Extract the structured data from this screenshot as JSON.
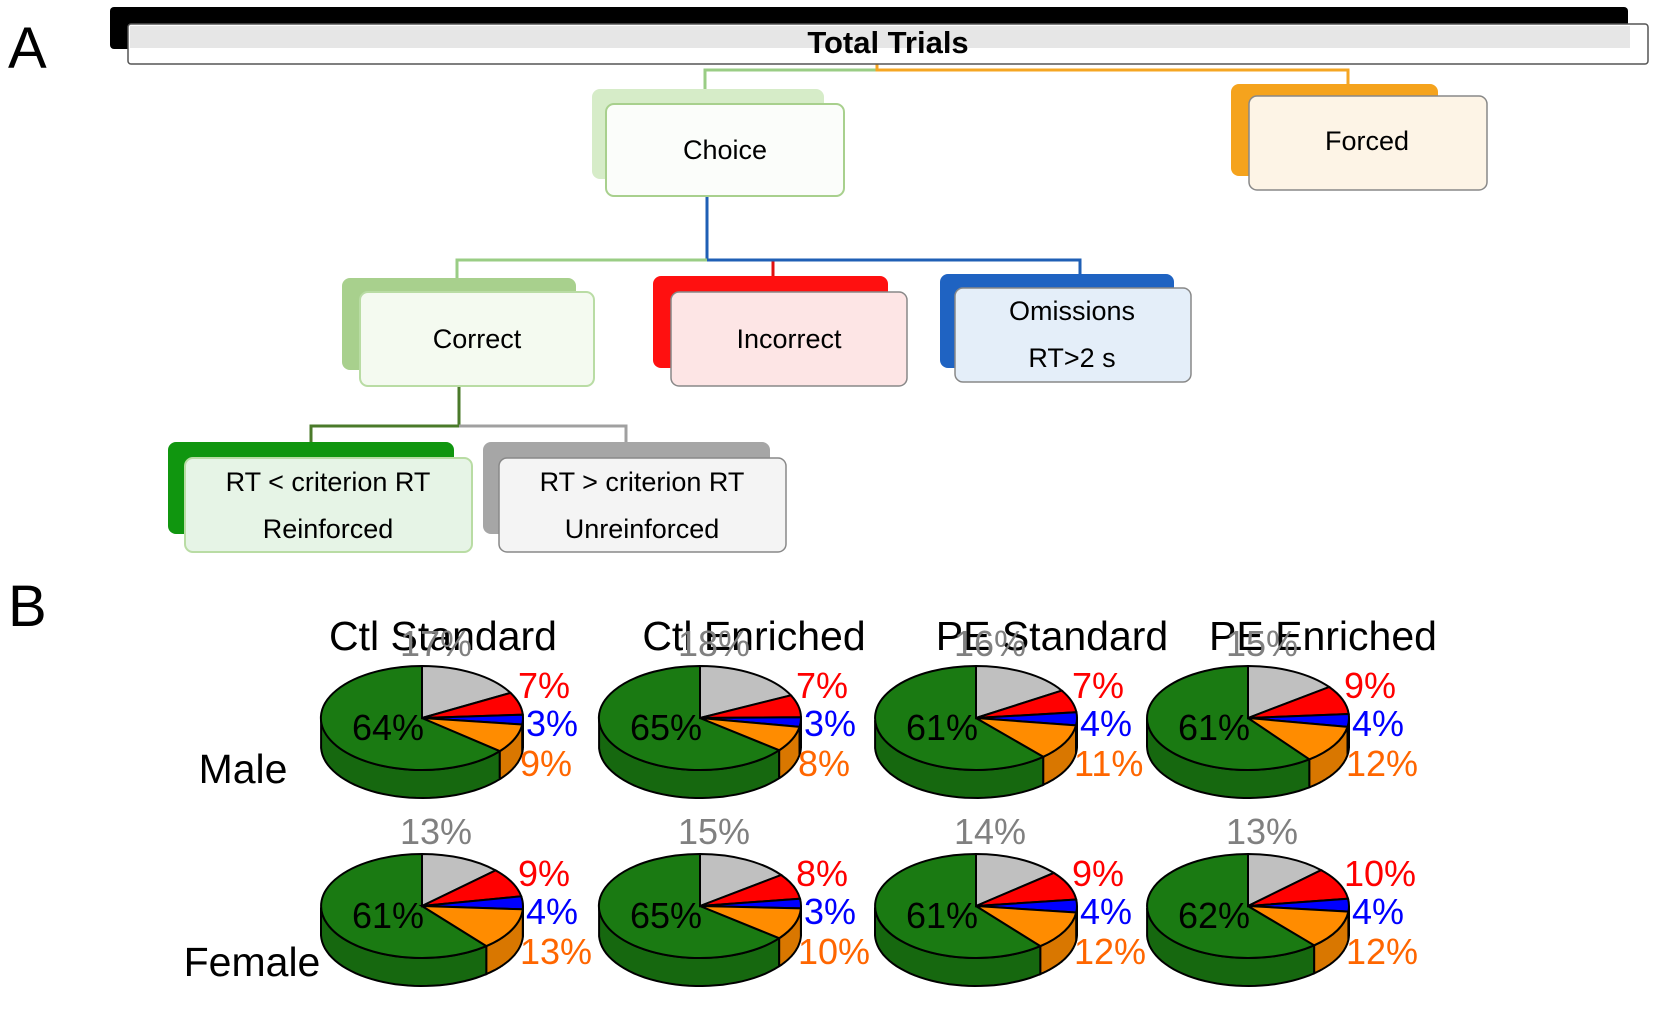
{
  "panel_a": {
    "letter": "A",
    "root": {
      "label": "Total Trials"
    },
    "choice": {
      "label": "Choice"
    },
    "forced": {
      "label": "Forced"
    },
    "correct": {
      "label": "Correct"
    },
    "incorrect": {
      "label": "Incorrect"
    },
    "omissions": {
      "line1": "Omissions",
      "line2": "RT>2 s"
    },
    "reinforced": {
      "line1": "RT < criterion RT",
      "line2": "Reinforced"
    },
    "unreinforced": {
      "line1": "RT > criterion RT",
      "line2": "Unreinforced"
    }
  },
  "panel_b": {
    "letter": "B",
    "colors": {
      "reinforced": "#1a7a12",
      "unreinforced": "#c0c0c0",
      "incorrect": "#ff0000",
      "omissions": "#0000ff",
      "forced": "#ff8c00"
    },
    "label_colors": {
      "reinforced": "#000000",
      "unreinforced": "#808080",
      "incorrect": "#ff0000",
      "omissions": "#0000ff",
      "forced": "#ff6600"
    },
    "columns": [
      "Ctl Standard",
      "Ctl Enriched",
      "PE Standard",
      "PE Enriched"
    ],
    "rows": [
      "Male",
      "Female"
    ]
  },
  "chart_data": {
    "type": "pie",
    "slice_order": [
      "reinforced",
      "unreinforced",
      "incorrect",
      "omissions",
      "forced"
    ],
    "charts": [
      {
        "row": "Male",
        "column": "Ctl Standard",
        "labels": {
          "reinforced": "64%",
          "unreinforced": "17%",
          "incorrect": "7%",
          "omissions": "3%",
          "forced": "9%"
        },
        "values": {
          "reinforced": 64,
          "unreinforced": 17,
          "incorrect": 7,
          "omissions": 3,
          "forced": 9
        }
      },
      {
        "row": "Male",
        "column": "Ctl Enriched",
        "labels": {
          "reinforced": "65%",
          "unreinforced": "18%",
          "incorrect": "7%",
          "omissions": "3%",
          "forced": "8%"
        },
        "values": {
          "reinforced": 65,
          "unreinforced": 18,
          "incorrect": 7,
          "omissions": 3,
          "forced": 8
        }
      },
      {
        "row": "Male",
        "column": "PE Standard",
        "labels": {
          "reinforced": "61%",
          "unreinforced": "16%",
          "incorrect": "7%",
          "omissions": "4%",
          "forced": "11%"
        },
        "values": {
          "reinforced": 61,
          "unreinforced": 16,
          "incorrect": 7,
          "omissions": 4,
          "forced": 11
        }
      },
      {
        "row": "Male",
        "column": "PE Enriched",
        "labels": {
          "reinforced": "61%",
          "unreinforced": "15%",
          "incorrect": "9%",
          "omissions": "4%",
          "forced": "12%"
        },
        "values": {
          "reinforced": 61,
          "unreinforced": 15,
          "incorrect": 9,
          "omissions": 4,
          "forced": 12
        }
      },
      {
        "row": "Female",
        "column": "Ctl Standard",
        "labels": {
          "reinforced": "61%",
          "unreinforced": "13%",
          "incorrect": "9%",
          "omissions": "4%",
          "forced": "13%"
        },
        "values": {
          "reinforced": 61,
          "unreinforced": 13,
          "incorrect": 9,
          "omissions": 4,
          "forced": 13
        }
      },
      {
        "row": "Female",
        "column": "Ctl Enriched",
        "labels": {
          "reinforced": "65%",
          "unreinforced": "15%",
          "incorrect": "8%",
          "omissions": "3%",
          "forced": "10%"
        },
        "values": {
          "reinforced": 65,
          "unreinforced": 15,
          "incorrect": 8,
          "omissions": 3,
          "forced": 10
        }
      },
      {
        "row": "Female",
        "column": "PE Standard",
        "labels": {
          "reinforced": "61%",
          "unreinforced": "14%",
          "incorrect": "9%",
          "omissions": "4%",
          "forced": "12%"
        },
        "values": {
          "reinforced": 61,
          "unreinforced": 14,
          "incorrect": 9,
          "omissions": 4,
          "forced": 12
        }
      },
      {
        "row": "Female",
        "column": "PE Enriched",
        "labels": {
          "reinforced": "62%",
          "unreinforced": "13%",
          "incorrect": "10%",
          "omissions": "4%",
          "forced": "12%"
        },
        "values": {
          "reinforced": 62,
          "unreinforced": 13,
          "incorrect": 10,
          "omissions": 4,
          "forced": 12
        }
      }
    ]
  }
}
